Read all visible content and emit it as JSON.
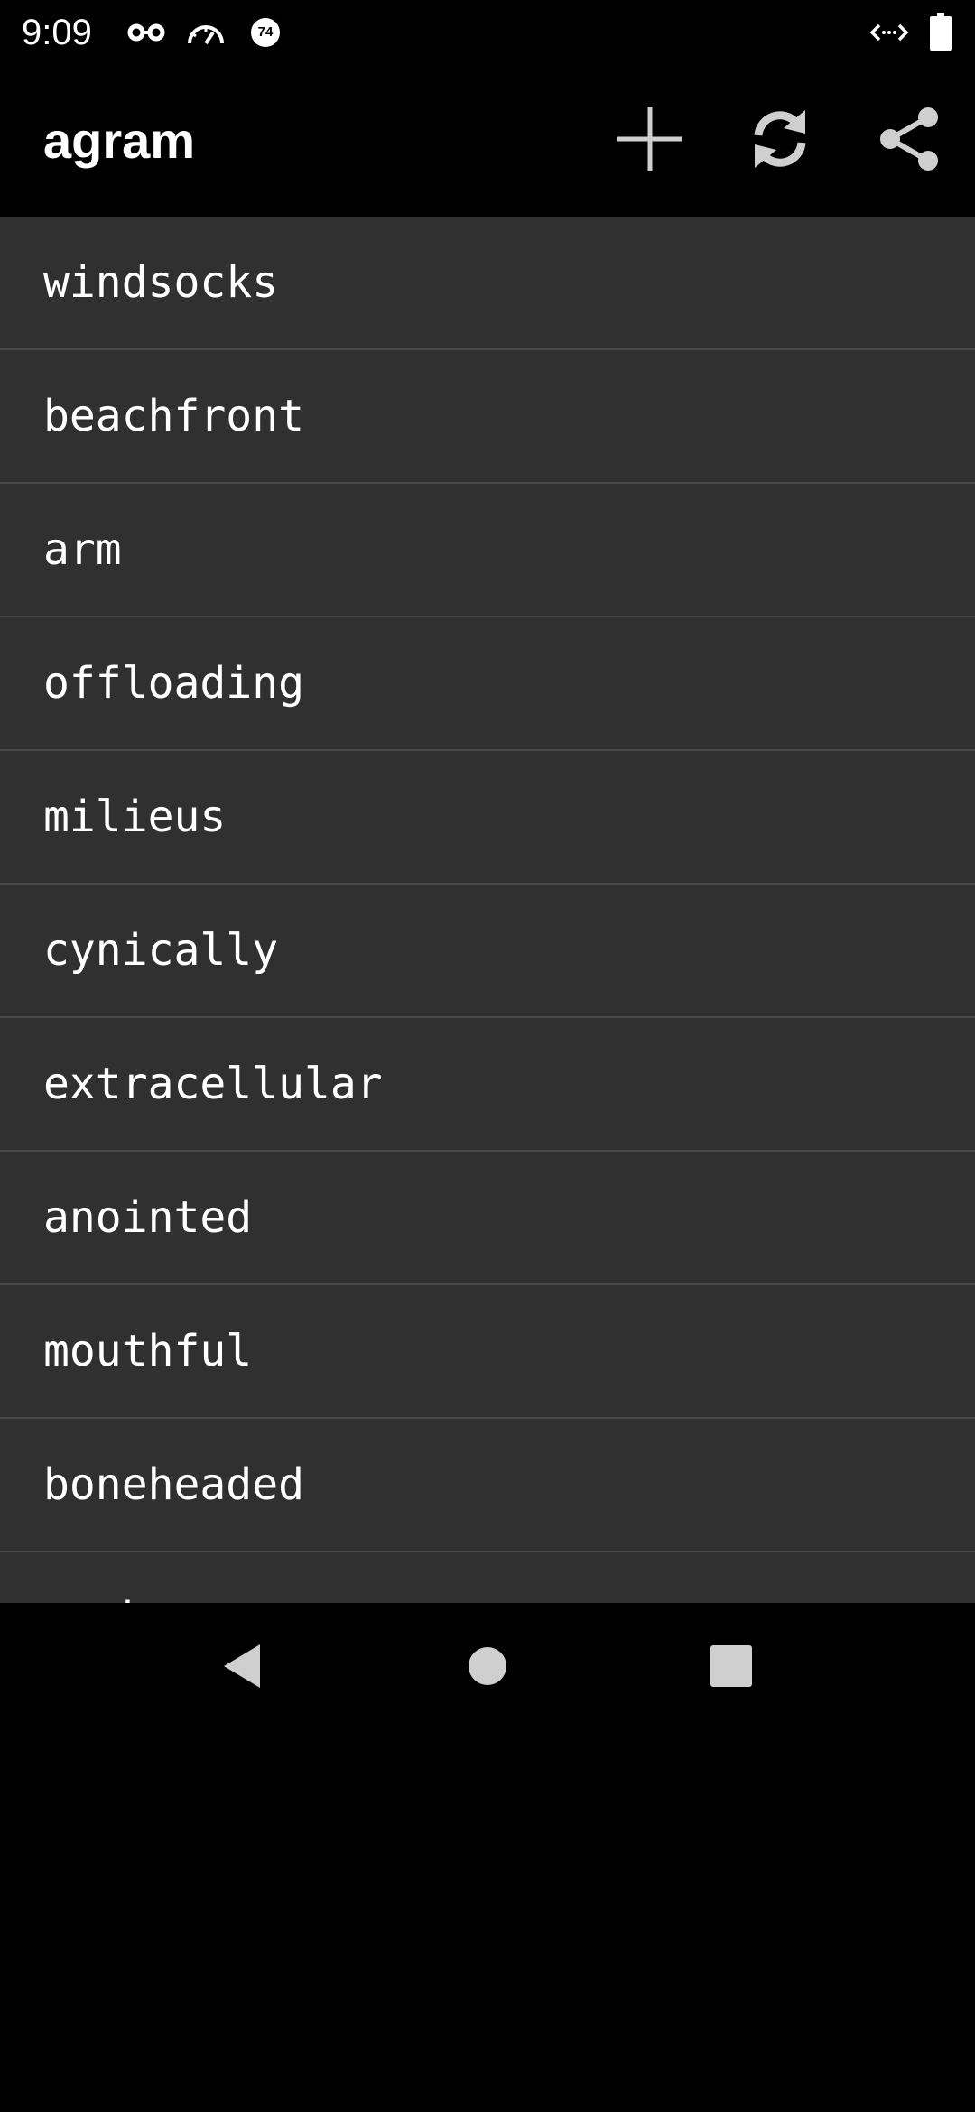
{
  "status_bar": {
    "time": "9:09",
    "icons": [
      "incognito-icon",
      "speedometer-icon",
      "badge-74-icon",
      "code-icon",
      "battery-icon"
    ],
    "badge_number": "74"
  },
  "app_bar": {
    "title": "agram",
    "actions": [
      "add-icon",
      "refresh-icon",
      "share-icon"
    ]
  },
  "word_list": {
    "items": [
      "windsocks",
      "beachfront",
      "arm",
      "offloading",
      "milieus",
      "cynically",
      "extracellular",
      "anointed",
      "mouthful",
      "boneheaded",
      "rugby"
    ]
  },
  "nav_bar": {
    "buttons": [
      "back-icon",
      "home-icon",
      "recents-icon"
    ]
  },
  "colors": {
    "background": "#000000",
    "list_background": "#303030",
    "divider": "#4a4a4a",
    "icon": "#cfcfcf",
    "text": "#ffffff"
  }
}
